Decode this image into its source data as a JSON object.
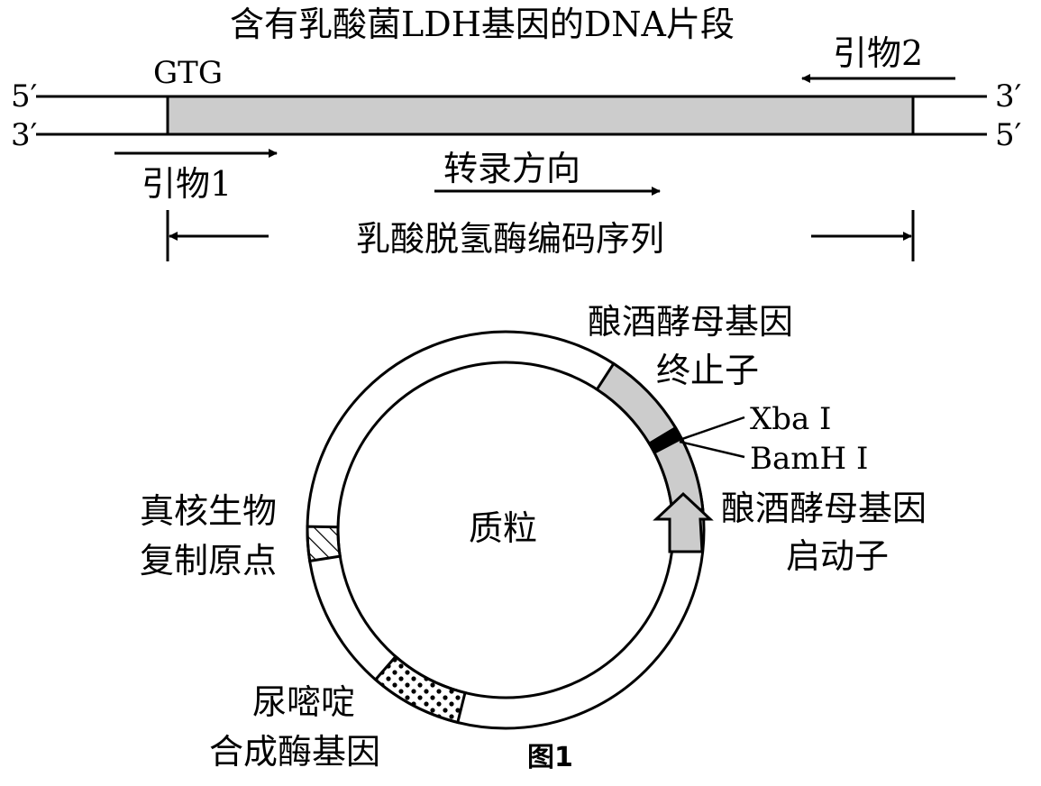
{
  "top": {
    "title": "含有乳酸菌LDH基因的DNA片段",
    "codon": "GTG",
    "primer1": "引物1",
    "primer2": "引物2",
    "end_5_left": "5′",
    "end_3_left": "3′",
    "end_3_right": "3′",
    "end_5_right": "5′",
    "transcription": "转录方向",
    "coding_sequence": "乳酸脱氢酶编码序列"
  },
  "plasmid": {
    "center_label": "质粒",
    "terminator": [
      "酿酒酵母基因",
      "终止子"
    ],
    "xbai": "Xba Ⅰ",
    "bamhi": "BamH Ⅰ",
    "promoter": [
      "酿酒酵母基因",
      "启动子"
    ],
    "origin": [
      "真核生物",
      "复制原点"
    ],
    "ura": [
      "尿嘧啶",
      "合成酶基因"
    ]
  },
  "figure_label": "图1",
  "colors": {
    "gene_fill": "#cccccc",
    "line": "#000000"
  }
}
